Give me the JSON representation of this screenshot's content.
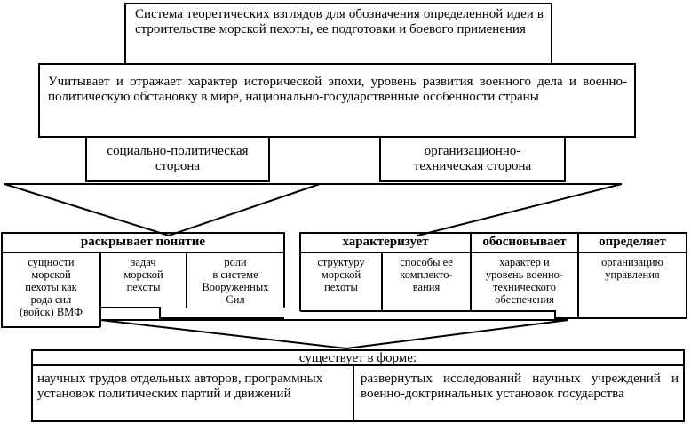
{
  "diagram": {
    "top_box": "Система теоретических взглядов для обозначения определенной идеи в строительстве морской пехоты, ее подготовки и боевого применения",
    "context_box": "Учитывает и отражает характер исторической эпохи, уровень развития военного дела и военно-политическую обстановку в мире, национально-государственные особенности страны",
    "sides": {
      "left": "социально-политическая\nсторона",
      "right": "организационно-\nтехническая сторона"
    },
    "left_group": {
      "header": "раскрывает понятие",
      "cells": [
        "сущности\nморской\nпехоты как\nрода сил\n(войск) ВМФ",
        "задач\nморской\nпехоты",
        "роли\nв системе\nВооруженных\nСил"
      ]
    },
    "right_group": {
      "headers": [
        "характеризует",
        "обосновывает",
        "определяет"
      ],
      "cells": [
        "структуру\nморской\nпехоты",
        "способы ее\nкомплекто-\nвания",
        "характер и\nуровень военно-\nтехнического\nобеспечения",
        "организацию\nуправления"
      ]
    },
    "bottom": {
      "header": "существует в форме:",
      "left": "научных трудов отдельных авторов, программных установок политических партий и движений",
      "right": "развернутых исследований научных учреждений и военно-доктринальных установок государства"
    }
  }
}
